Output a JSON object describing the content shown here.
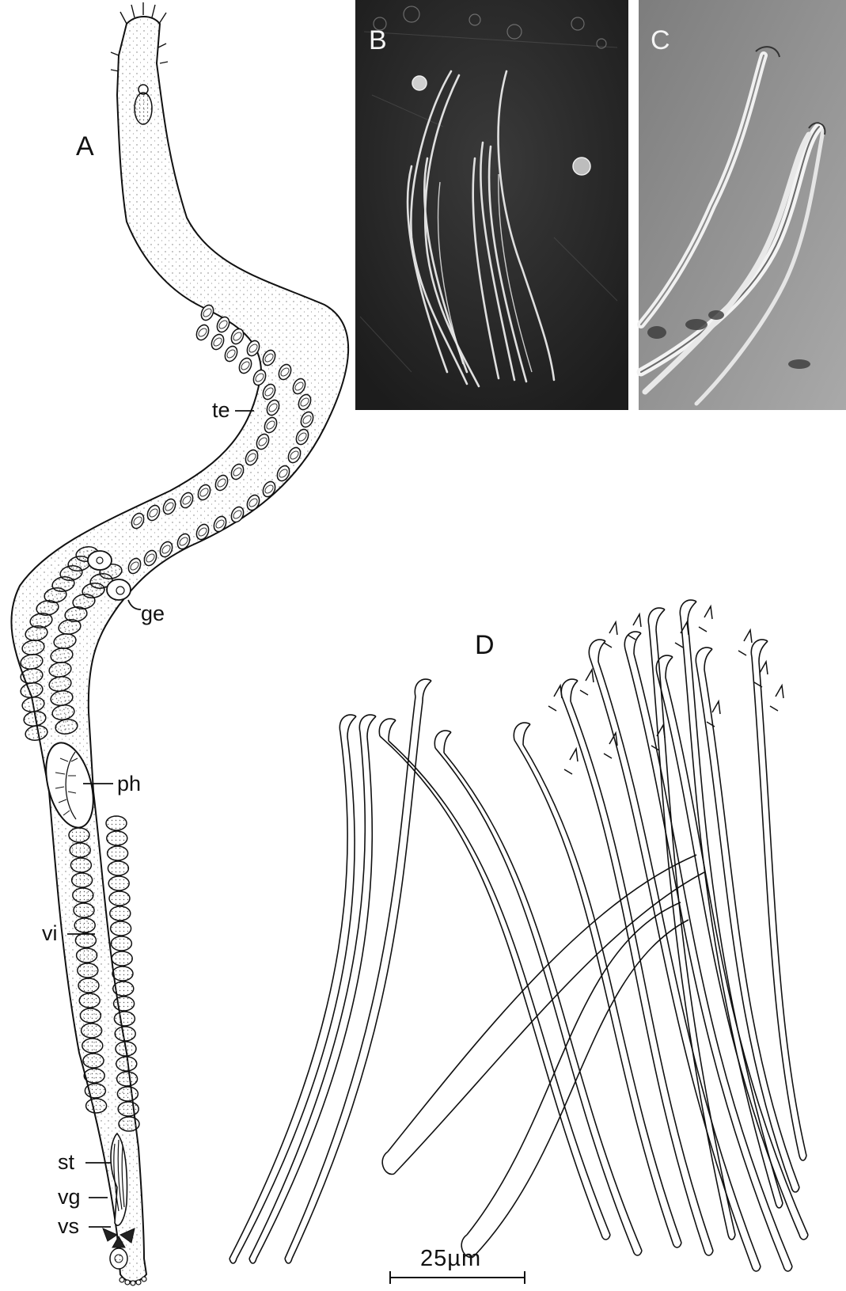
{
  "panels": {
    "a": "A",
    "b": "B",
    "c": "C",
    "d": "D"
  },
  "labels": {
    "te": "te",
    "ge": "ge",
    "ph": "ph",
    "vi": "vi",
    "st": "st",
    "vg": "vg",
    "vs": "vs"
  },
  "scale_bar": {
    "text": "25µm"
  },
  "colors": {
    "ink": "#111111",
    "photo_b": "#2b2b2b",
    "photo_c": "#8f8f8f"
  }
}
